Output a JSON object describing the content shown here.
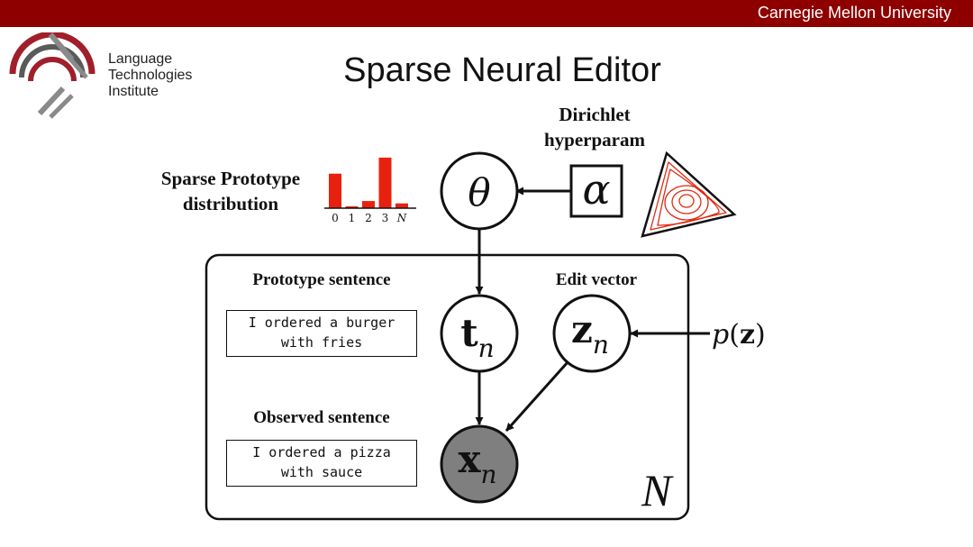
{
  "header": {
    "university": "Carnegie Mellon University"
  },
  "logo": {
    "lines": [
      "Language",
      "Technologies",
      "Institute"
    ]
  },
  "slide": {
    "title": "Sparse Neural Editor"
  },
  "labels": {
    "dirichlet": [
      "Dirichlet",
      "hyperparam"
    ],
    "sparse": [
      "Sparse Prototype",
      "distribution"
    ],
    "prototype_sentence": "Prototype sentence",
    "edit_vector": "Edit vector",
    "observed_sentence": "Observed sentence"
  },
  "sentences": {
    "prototype": [
      "I ordered a burger",
      "with fries"
    ],
    "observed": [
      "I ordered a pizza",
      "with sauce"
    ]
  },
  "nodes": {
    "theta": "θ",
    "alpha": "α",
    "t": {
      "base": "t",
      "sub": "n"
    },
    "z": {
      "base": "z",
      "sub": "n"
    },
    "x": {
      "base": "x",
      "sub": "n"
    },
    "prior": {
      "p": "p",
      "open": "(",
      "var": "z",
      "close": ")"
    },
    "plate": "N"
  },
  "histogram": {
    "categories": [
      "0",
      "1",
      "2",
      "3",
      "N"
    ],
    "values": [
      0.58,
      0.03,
      0.12,
      0.85,
      0.08
    ]
  },
  "colors": {
    "header": "#8e0000",
    "bar": "#e8210f",
    "observed_fill": "#7f7f7f",
    "simplex_contour": "#e02a12"
  }
}
